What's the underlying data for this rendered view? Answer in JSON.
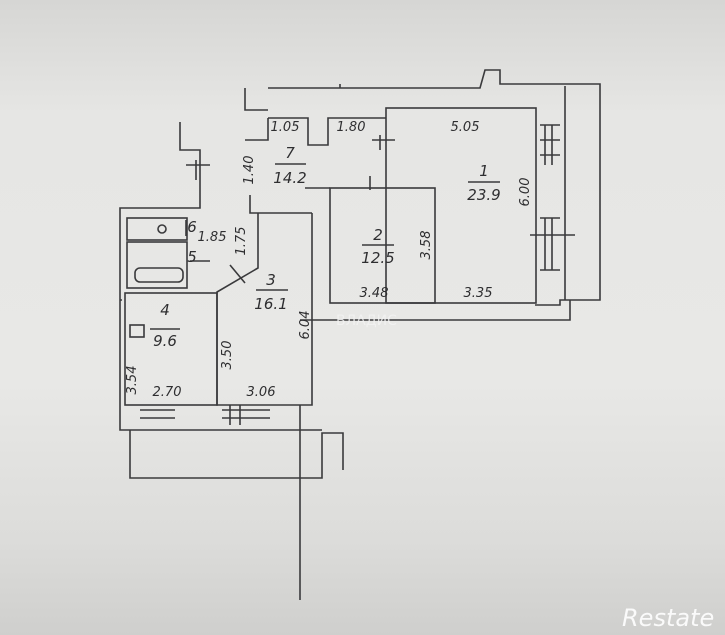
{
  "rooms": [
    {
      "number": "1",
      "area": "23.9"
    },
    {
      "number": "2",
      "area": "12.5"
    },
    {
      "number": "3",
      "area": "16.1"
    },
    {
      "number": "4",
      "area": "9.6"
    },
    {
      "number": "5"
    },
    {
      "number": "6"
    },
    {
      "number": "7",
      "area": "14.2"
    }
  ],
  "dimensions": {
    "d105": "1.05",
    "d180": "1.80",
    "d505": "5.05",
    "d140": "1.40",
    "d600": "6.00",
    "d185": "1.85",
    "d175": "1.75",
    "d358": "3.58",
    "d348": "3.48",
    "d335": "3.35",
    "d604": "6.04",
    "d350": "3.50",
    "d354": "3.54",
    "d270": "2.70",
    "d306": "3.06"
  },
  "watermarks": {
    "center": "ВЛАДИС",
    "corner_logo": "Restate"
  }
}
